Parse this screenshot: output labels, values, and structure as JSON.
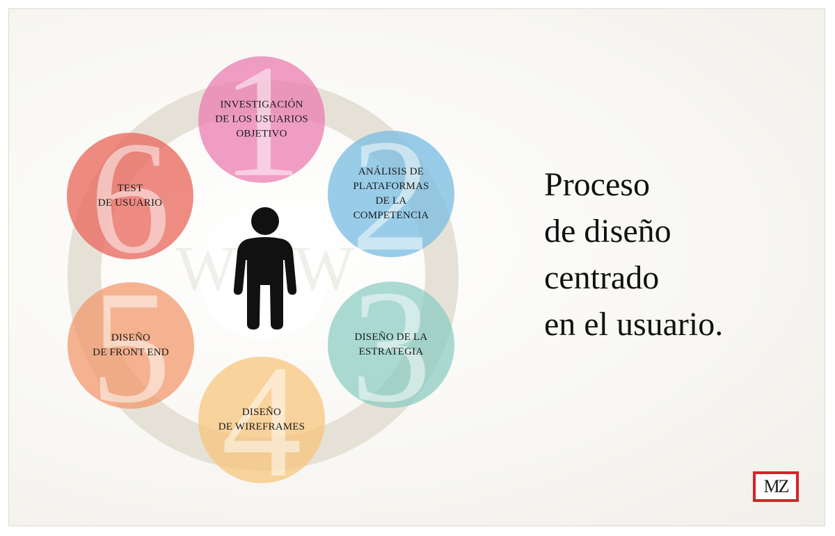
{
  "headline": [
    "Proceso",
    "de diseño",
    "centrado",
    "en el usuario."
  ],
  "watermark": "WWW",
  "logo": "MZ",
  "steps": [
    {
      "number": "1",
      "lines": [
        "INVESTIGACIÓN",
        "DE LOS USUARIOS",
        "OBJETIVO"
      ],
      "color": "#ea78af"
    },
    {
      "number": "2",
      "lines": [
        "ANÁLISIS DE",
        "PLATAFORMAS",
        "DE LA",
        "COMPETENCIA"
      ],
      "color": "#7cbee2"
    },
    {
      "number": "3",
      "lines": [
        "DISEÑO DE LA",
        "ESTRATEGIA"
      ],
      "color": "#86cbc0"
    },
    {
      "number": "4",
      "lines": [
        "DISEÑO",
        "DE WIREFRAMES"
      ],
      "color": "#f6c478"
    },
    {
      "number": "5",
      "lines": [
        "DISEÑO",
        "DE FRONT END"
      ],
      "color": "#f29668"
    },
    {
      "number": "6",
      "lines": [
        "TEST",
        "DE USUARIO"
      ],
      "color": "#e86458"
    }
  ]
}
